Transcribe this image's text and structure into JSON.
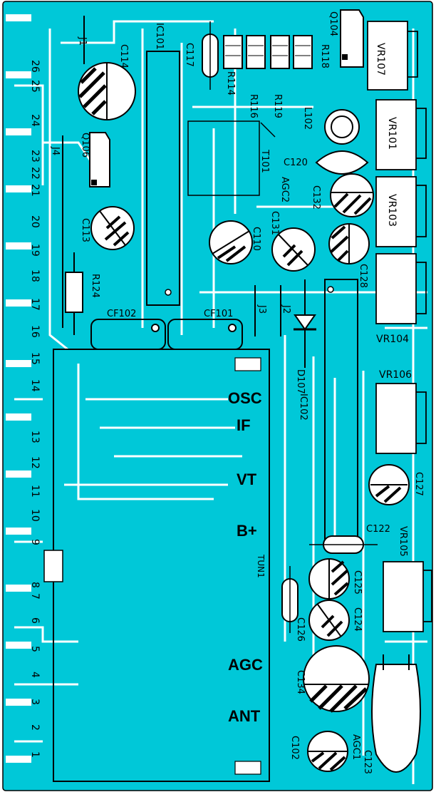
{
  "colors": {
    "board": "#00c8d8",
    "ink": "#000000",
    "white": "#ffffff"
  },
  "edge_pins": [
    "26",
    "25",
    "24",
    "23",
    "22",
    "21",
    "20",
    "19",
    "18",
    "17",
    "16",
    "15",
    "14",
    "13",
    "12",
    "11",
    "10",
    "9",
    "8",
    "7",
    "6",
    "5",
    "4",
    "3",
    "2",
    "1"
  ],
  "tuner": {
    "id": "TUN1",
    "labels": {
      "osc": "OSC",
      "if": "IF",
      "vt": "VT",
      "bplus": "B+",
      "agc": "AGC",
      "ant": "ANT"
    }
  },
  "ics": {
    "ic101": "IC101",
    "ic102": "IC102"
  },
  "jumpers": {
    "j1": "J1",
    "j2": "J2",
    "j3": "J3",
    "j4": "J4"
  },
  "transistors": {
    "q104": "Q104",
    "q106": "Q106"
  },
  "resistors": {
    "r114": "R114",
    "r116": "R116",
    "r118": "R118",
    "r119": "R119",
    "r124": "R124"
  },
  "capacitors": {
    "c102": "C102",
    "c110": "C110",
    "c113": "C113",
    "c114": "C114",
    "c117": "C117",
    "c120": "C120",
    "c122": "C122",
    "c123": "C123",
    "c124": "C124",
    "c125": "C125",
    "c126": "C126",
    "c127": "C127",
    "c128": "C128",
    "c131": "C131",
    "c132": "C132",
    "c134": "C134"
  },
  "filters": {
    "cf101": "CF101",
    "cf102": "CF102"
  },
  "coils": {
    "l102": "L102",
    "t101": "T101"
  },
  "diodes": {
    "d107": "D107"
  },
  "pots": {
    "vr101": "VR101",
    "vr103": "VR103",
    "vr104": "VR104",
    "vr105": "VR105",
    "vr106": "VR106",
    "vr107": "VR107"
  },
  "test_points": {
    "agc1": "AGC1",
    "agc2": "AGC2"
  }
}
